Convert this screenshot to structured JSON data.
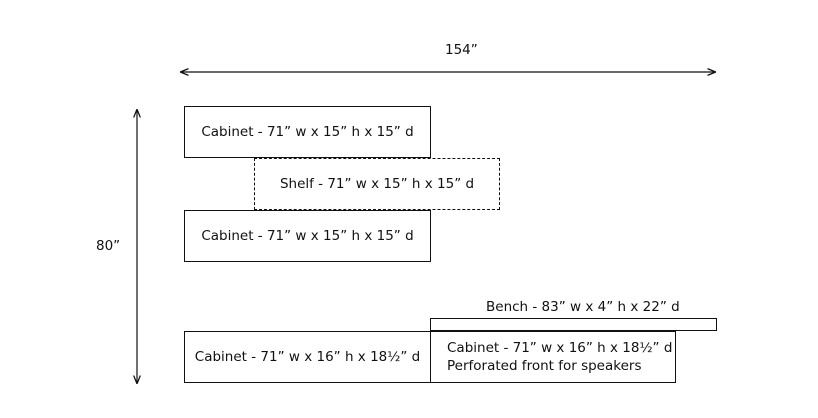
{
  "dimensions": {
    "width_label": "154”",
    "height_label": "80”"
  },
  "pieces": {
    "top_cabinet": "Cabinet - 71” w x 15” h x 15” d",
    "shelf": "Shelf - 71” w x 15” h x 15” d",
    "middle_cabinet": "Cabinet - 71” w x 15” h x 15” d",
    "bench": "Bench - 83” w x 4” h x 22” d",
    "bottom_left_cabinet": "Cabinet - 71” w x 16” h x 18½” d",
    "bottom_right_cabinet": {
      "line1": "Cabinet - 71” w x 16” h x 18½” d",
      "line2": "Perforated front for speakers"
    }
  }
}
